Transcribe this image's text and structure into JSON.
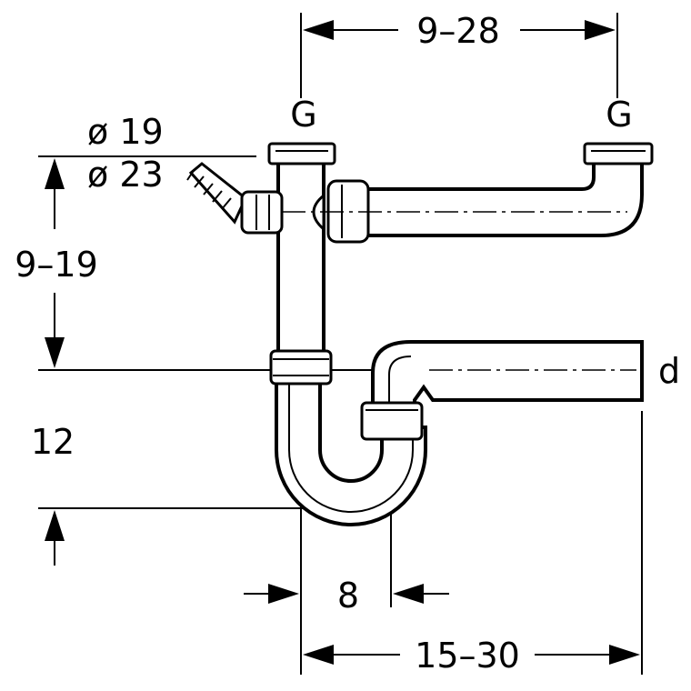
{
  "labels": {
    "top_dim": "9–28",
    "g_left": "G",
    "g_right": "G",
    "dia_small": "ø 19",
    "dia_large": "ø 23",
    "left_dim": "9–19",
    "d": "d",
    "height": "12",
    "offset": "8",
    "bottom_dim": "15–30"
  }
}
